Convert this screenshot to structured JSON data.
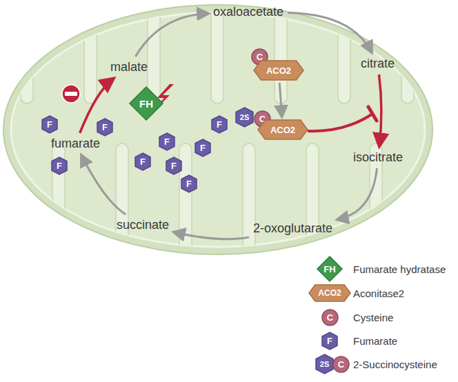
{
  "diagram": {
    "nodes": [
      {
        "text": [
          "oxaloacetate"
        ]
      },
      {
        "text": [
          "citrate"
        ]
      },
      {
        "text": [
          "isocitrate"
        ]
      },
      {
        "text": [
          "2-oxoglutarate"
        ]
      },
      {
        "text": [
          "succinate"
        ]
      },
      {
        "text": [
          "fumarate"
        ]
      },
      {
        "text": [
          "malate"
        ]
      },
      {
        "text": [
          "FH"
        ]
      },
      {
        "text": [
          "C"
        ]
      },
      {
        "text": [
          "ACO2"
        ]
      },
      {
        "text": [
          "2S"
        ]
      },
      {
        "text": [
          "C"
        ]
      },
      {
        "text": [
          "ACO2"
        ]
      },
      {
        "text": [
          "F"
        ]
      },
      {
        "text": [
          "F"
        ]
      },
      {
        "text": [
          "F"
        ]
      },
      {
        "text": [
          "F"
        ]
      },
      {
        "text": [
          "F"
        ]
      },
      {
        "text": [
          "F"
        ]
      },
      {
        "text": [
          "F"
        ]
      },
      {
        "text": [
          "F"
        ]
      },
      {
        "text": [
          "F"
        ]
      }
    ],
    "edges": [
      {
        "from": 6,
        "to": 0,
        "arrow": "to"
      },
      {
        "from": 0,
        "to": 1,
        "arrow": "to"
      },
      {
        "from": 1,
        "to": 2,
        "arrow": "to"
      },
      {
        "from": 2,
        "to": 3,
        "arrow": "to"
      },
      {
        "from": 3,
        "to": 4,
        "arrow": "to"
      },
      {
        "from": 4,
        "to": 5,
        "arrow": "to"
      },
      {
        "from": 5,
        "to": 6,
        "arrow": "to"
      },
      {
        "from": 9,
        "to": 12,
        "arrow": "to"
      }
    ],
    "labels": [
      "FH",
      "ACO2",
      "C",
      "F",
      "2S",
      "C"
    ],
    "legend": [
      {
        "text": "Fumarate hydratase"
      },
      {
        "text": "Aconitase2"
      },
      {
        "text": "Cysteine"
      },
      {
        "text": "Fumarate"
      },
      {
        "text": "2-Succinocysteine"
      }
    ]
  }
}
